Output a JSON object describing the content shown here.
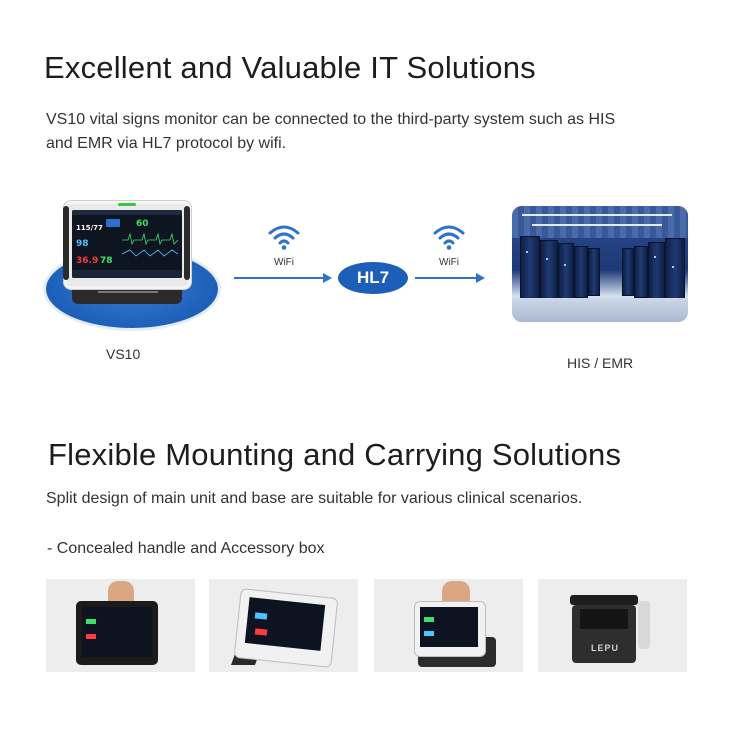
{
  "section1": {
    "title": "Excellent and Valuable IT Solutions",
    "description_line1": "VS10 vital signs monitor can be connected to the third-party system such as HIS",
    "description_line2": "and EMR via HL7 protocol by wifi."
  },
  "diagram": {
    "device_label": "VS10",
    "wifi_left_label": "WiFi",
    "wifi_right_label": "WiFi",
    "protocol_label": "HL7",
    "system_label": "HIS / EMR",
    "accent_color": "#1d5fb8",
    "arrow_color": "#2f72c9"
  },
  "monitor_screen": {
    "val_bp": "115/77",
    "val_spo2": "98",
    "val_temp": "36.9",
    "val_pr": "78",
    "val_pr_top": "60"
  },
  "section2": {
    "title": "Flexible Mounting and Carrying Solutions",
    "description": "Split design of main unit and base are suitable for various clinical scenarios.",
    "bullet": "- Concealed handle and Accessory box"
  },
  "photos": {
    "box_brand": "LEPU"
  }
}
